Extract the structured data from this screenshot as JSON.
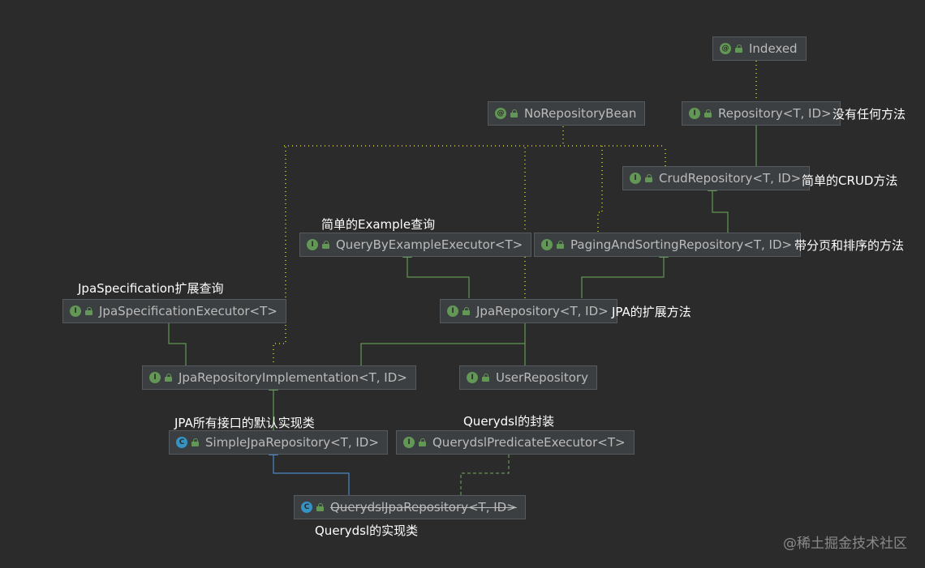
{
  "nodes": {
    "indexed": {
      "kind": "@",
      "name": "Indexed"
    },
    "norepositorybean": {
      "kind": "@",
      "name": "NoRepositoryBean"
    },
    "repository": {
      "kind": "I",
      "name": "Repository<T, ID>"
    },
    "crudrepository": {
      "kind": "I",
      "name": "CrudRepository<T, ID>"
    },
    "querybyexampleexecutor": {
      "kind": "I",
      "name": "QueryByExampleExecutor<T>"
    },
    "pagingandsortingrepository": {
      "kind": "I",
      "name": "PagingAndSortingRepository<T, ID>"
    },
    "jpaspecificationexecutor": {
      "kind": "I",
      "name": "JpaSpecificationExecutor<T>"
    },
    "jparepository": {
      "kind": "I",
      "name": "JpaRepository<T, ID>"
    },
    "jparepositoryimplementation": {
      "kind": "I",
      "name": "JpaRepositoryImplementation<T, ID>"
    },
    "userrepository": {
      "kind": "I",
      "name": "UserRepository"
    },
    "simplejparepository": {
      "kind": "C",
      "name": "SimpleJpaRepository<T, ID>"
    },
    "querydslpredicateexecutor": {
      "kind": "I",
      "name": "QuerydslPredicateExecutor<T>"
    },
    "querydsljparepository": {
      "kind": "C",
      "name": "QuerydslJpaRepository<T, ID>"
    }
  },
  "notes": {
    "repository": "没有任何方法",
    "crudrepository": "简单的CRUD方法",
    "querybyexample": "简单的Example查询",
    "paging": "带分页和排序的方法",
    "jpaspecification": "JpaSpecification扩展查询",
    "jparepository": "JPA的扩展方法",
    "simplejparepository": "JPA所有接口的默认实现类",
    "querydslpredicate": "Querydsl的封装",
    "querydsljparepository": "Querydsl的实现类"
  },
  "watermark": "@稀土掘金技术社区",
  "colors": {
    "background": "#2b2b2b",
    "node_fill": "#3c3f41",
    "interface_icon": "#629755",
    "class_icon": "#3592c4",
    "extends_edge": "#629755",
    "class_extends_edge": "#4a88c7",
    "annotation_edge": "#a8a821"
  }
}
